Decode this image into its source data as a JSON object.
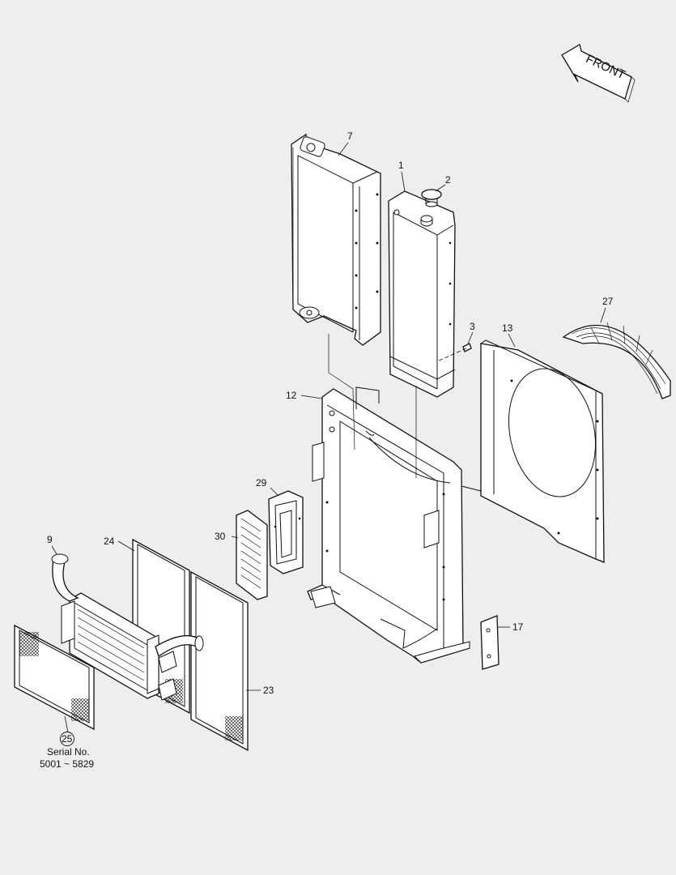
{
  "diagram": {
    "front_label": "FRONT",
    "callouts": {
      "p1": "1",
      "p2": "2",
      "p3": "3",
      "p7": "7",
      "p9": "9",
      "p12": "12",
      "p13": "13",
      "p17": "17",
      "p23": "23",
      "p24": "24",
      "p25": "25",
      "p27": "27",
      "p29": "29",
      "p30": "30"
    },
    "serial_note": {
      "line1": "Serial No.",
      "line2": "5001 ~ 5829"
    }
  }
}
